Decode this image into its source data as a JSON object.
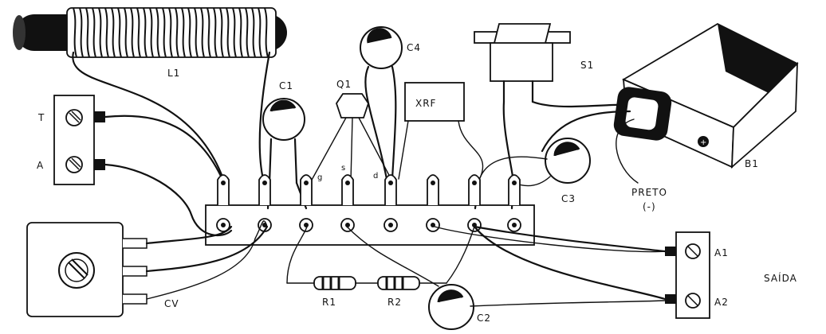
{
  "labels": {
    "l1": "L1",
    "c1": "C1",
    "q1": "Q1",
    "c4": "C4",
    "xrf": "XRF",
    "s1": "S1",
    "b1": "B1",
    "t": "T",
    "a": "A",
    "c3": "C3",
    "preto": "PRETO",
    "preto_sign": "(-)",
    "a1": "A1",
    "a2": "A2",
    "saida": "SAÍDA",
    "cv": "CV",
    "r1": "R1",
    "r2": "R2",
    "c2": "C2",
    "pin_g": "g",
    "pin_s": "s",
    "pin_d": "d",
    "plus": "+"
  }
}
